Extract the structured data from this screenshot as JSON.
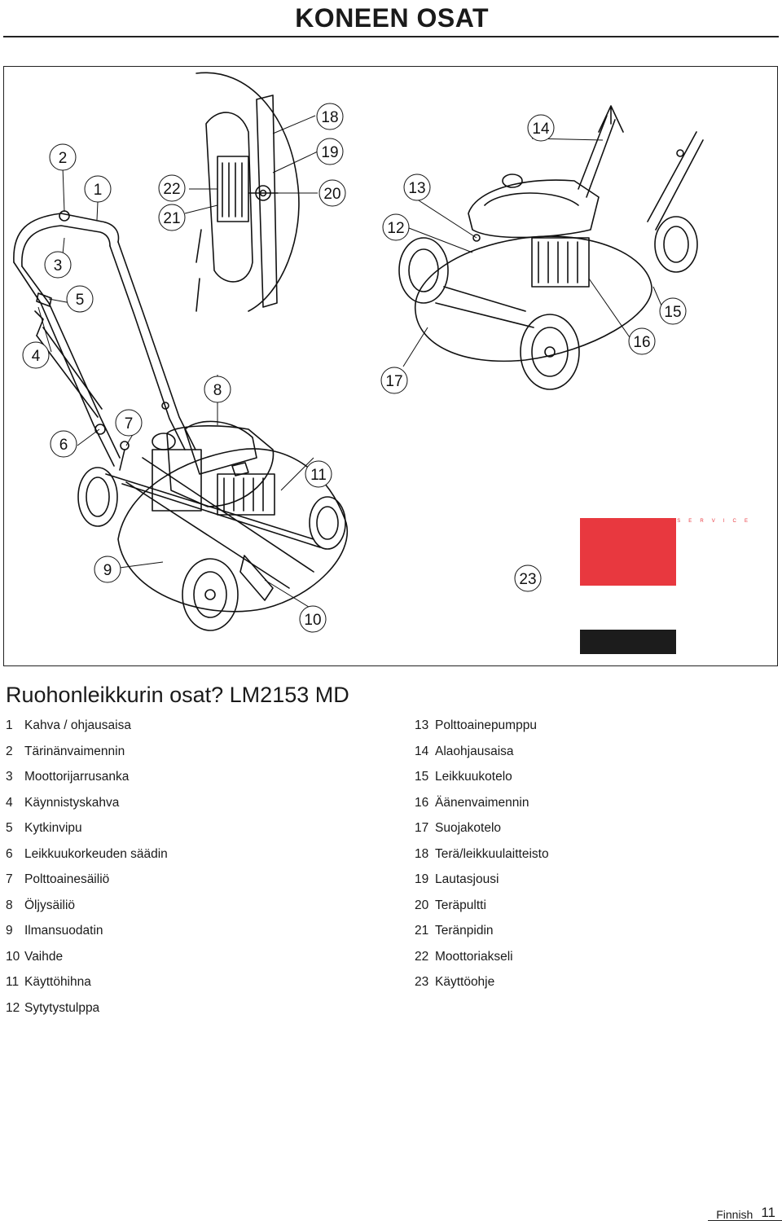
{
  "header": {
    "title": "KONEEN OSAT"
  },
  "figure": {
    "callouts": [
      "1",
      "2",
      "3",
      "4",
      "5",
      "6",
      "7",
      "8",
      "9",
      "10",
      "11",
      "12",
      "13",
      "14",
      "15",
      "16",
      "17",
      "18",
      "19",
      "20",
      "21",
      "22",
      "23"
    ],
    "manual_brand_text": "J O N S E R E D   S E R V I C E"
  },
  "section": {
    "title": "Ruohonleikkurin osat? LM2153 MD"
  },
  "parts_left": [
    {
      "num": "1",
      "label": "Kahva / ohjausaisa"
    },
    {
      "num": "2",
      "label": "Tärinänvaimennin"
    },
    {
      "num": "3",
      "label": "Moottorijarrusanka"
    },
    {
      "num": "4",
      "label": "Käynnistyskahva"
    },
    {
      "num": "5",
      "label": "Kytkinvipu"
    },
    {
      "num": "6",
      "label": "Leikkuukorkeuden säädin"
    },
    {
      "num": "7",
      "label": "Polttoainesäiliö"
    },
    {
      "num": "8",
      "label": "Öljysäiliö"
    },
    {
      "num": "9",
      "label": "Ilmansuodatin"
    },
    {
      "num": "10",
      "label": "Vaihde"
    },
    {
      "num": "11",
      "label": "Käyttöhihna"
    },
    {
      "num": "12",
      "label": "Sytytystulppa"
    }
  ],
  "parts_right": [
    {
      "num": "13",
      "label": "Polttoainepumppu"
    },
    {
      "num": "14",
      "label": "Alaohjausaisa"
    },
    {
      "num": "15",
      "label": "Leikkuukotelo"
    },
    {
      "num": "16",
      "label": "Äänenvaimennin"
    },
    {
      "num": "17",
      "label": "Suojakotelo"
    },
    {
      "num": "18",
      "label": "Terä/leikkuulaitteisto"
    },
    {
      "num": "19",
      "label": "Lautasjousi"
    },
    {
      "num": "20",
      "label": "Teräpultti"
    },
    {
      "num": "21",
      "label": "Teränpidin"
    },
    {
      "num": "22",
      "label": "Moottoriakseli"
    },
    {
      "num": "23",
      "label": "Käyttöohje"
    }
  ],
  "footer": {
    "language": "Finnish",
    "page": "11"
  },
  "colors": {
    "manual_cover_red": "#e8383f",
    "manual_cover_band": "#1c1c1c"
  }
}
